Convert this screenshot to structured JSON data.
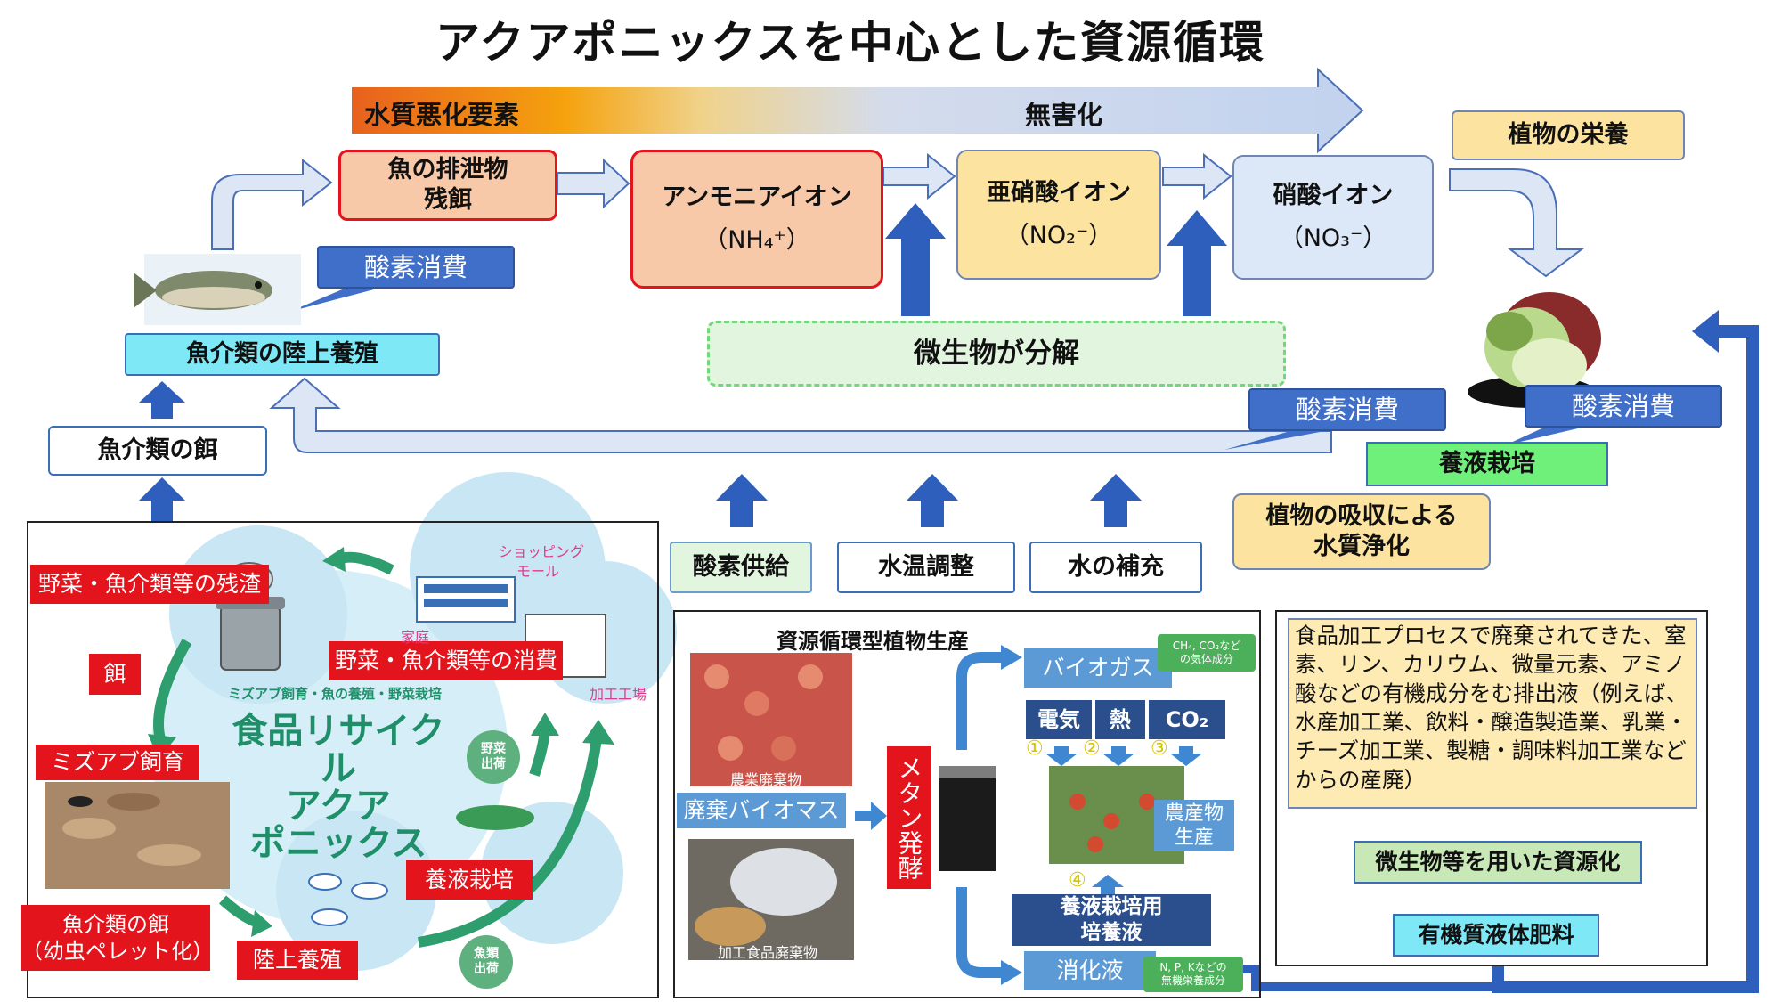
{
  "title": "アクアポニックスを中心とした資源循環",
  "banner": {
    "left": "水質悪化要素",
    "right": "無害化"
  },
  "nodes": {
    "waste": {
      "line1": "魚の排泄物",
      "line2": "残餌"
    },
    "ammonium": {
      "name": "アンモニアイオン",
      "formula": "（NH₄⁺）"
    },
    "nitrite": {
      "name": "亜硝酸イオン",
      "formula": "（NO₂⁻）"
    },
    "nitrate": {
      "name": "硝酸イオン",
      "formula": "（NO₃⁻）"
    },
    "plant_nutrition": "植物の栄養",
    "microbe": "微生物が分解",
    "aquaculture": "魚介類の陸上養殖",
    "feed": "魚介類の餌",
    "hydroponics": "養液栽培",
    "purification": {
      "line1": "植物の吸収による",
      "line2": "水質浄化"
    },
    "oxygen_supply": "酸素供給",
    "temp": "水温調整",
    "water_supply": "水の補充"
  },
  "tags": {
    "oxygen1": "酸素消費",
    "oxygen2": "酸素消費",
    "oxygen3": "酸素消費"
  },
  "recycle_panel": {
    "center_line1": "食品リサイクル",
    "center_line2": "アクア",
    "center_line3": "ポニックス",
    "labels": {
      "residue": "野菜・魚介類等の残渣",
      "feed": "餌",
      "bsf": "ミズアブ飼育",
      "fish_feed_line1": "魚介類の餌",
      "fish_feed_line2": "（幼虫ペレット化）",
      "land_culture": "陸上養殖",
      "consumption": "野菜・魚介類等の消費",
      "hydroponics": "養液栽培"
    },
    "small": {
      "shopping": "ショッピング",
      "mall": "モール",
      "home": "家庭",
      "factory": "加工工場",
      "caption": "ミズアブ飼育・魚の養殖・野菜栽培",
      "veg_ship1": "野菜",
      "veg_ship2": "出荷",
      "fish_ship1": "魚類",
      "fish_ship2": "出荷"
    }
  },
  "biomass_panel": {
    "heading": "資源循環型植物生産",
    "agri_waste": "農業廃棄物",
    "biomass": "廃棄バイオマス",
    "food_waste": "加工食品廃棄物",
    "methane": "メタン発酵",
    "biogas": "バイオガス",
    "gas_note1": "CH₄, CO₂など",
    "gas_note2": "の気体成分",
    "electric": "電気",
    "heat": "熱",
    "co2": "CO₂",
    "n1": "①",
    "n2": "②",
    "n3": "③",
    "n4": "④",
    "produce_line1": "農産物",
    "produce_line2": "生産",
    "culture_line1": "養液栽培用",
    "culture_line2": "培養液",
    "digest": "消化液",
    "digest_note1": "N, P, Kなどの",
    "digest_note2": "無機栄養成分"
  },
  "effluent_panel": {
    "text": "食品加工プロセスで廃棄されてきた、窒素、リン、カリウム、微量元素、アミノ酸などの有機成分をむ排出液（例えば、水産加工業、飲料・醸造製造業、乳業・チーズ加工業、製糖・調味料加工業などからの産廃）",
    "step1": "微生物等を用いた資源化",
    "step2": "有機質液体肥料"
  },
  "colors": {
    "arrow_fill": "#dce6f4",
    "arrow_stroke": "#4a6fb6",
    "blue_arrow": "#2f5fbd",
    "peach": "#f7c9a8",
    "yellow": "#fde3a0",
    "light_blue": "#dce8f7",
    "cyan": "#7fe8f7",
    "green": "#6ef07a",
    "red": "#e3141b"
  }
}
